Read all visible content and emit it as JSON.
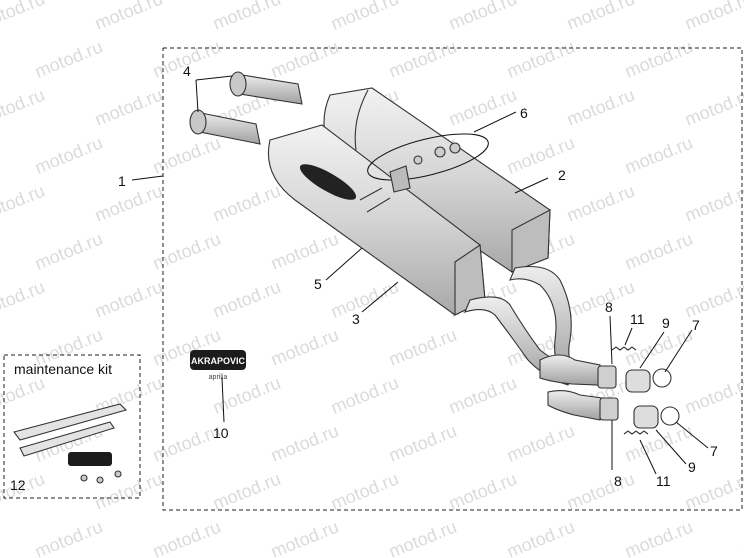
{
  "watermark": {
    "text": "motod.ru"
  },
  "kit_box": {
    "title": "maintenance kit"
  },
  "badges": {
    "brand_text": "AKRAPOVIC",
    "sub_text": "aprilia"
  },
  "callouts": {
    "c1": "1",
    "c2": "2",
    "c3": "3",
    "c4": "4",
    "c5": "5",
    "c6": "6",
    "c7a": "7",
    "c7b": "7",
    "c8a": "8",
    "c8b": "8",
    "c9a": "9",
    "c9b": "9",
    "c10": "10",
    "c11a": "11",
    "c11b": "11",
    "c12": "12"
  },
  "colors": {
    "line": "#222222",
    "part_fill": "#d9d9d9",
    "part_dark": "#9a9a9a",
    "badge": "#1c1c1c"
  }
}
